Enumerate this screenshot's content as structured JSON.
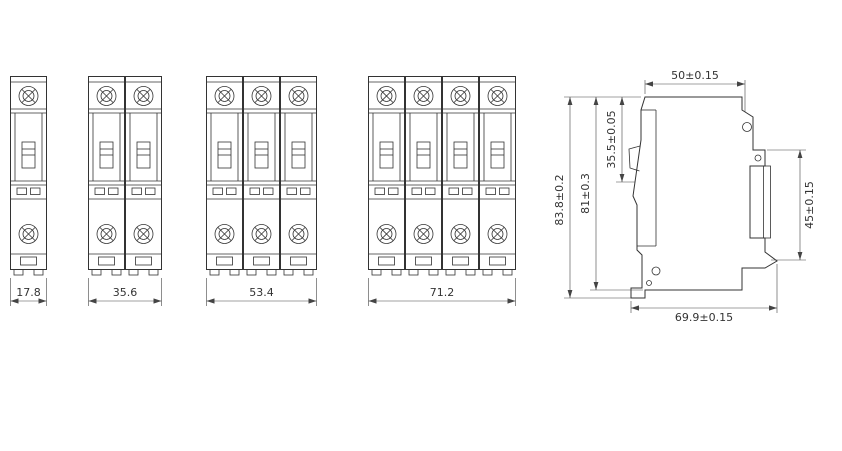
{
  "drawing_type": "circuit-breaker-outline-dimension-drawing",
  "front_views": [
    {
      "name": "1-pole front view",
      "poles": 1,
      "width_dimension": "17.8"
    },
    {
      "name": "2-pole front view",
      "poles": 2,
      "width_dimension": "35.6"
    },
    {
      "name": "3-pole front view",
      "poles": 3,
      "width_dimension": "53.4"
    },
    {
      "name": "4-pole front view",
      "poles": 4,
      "width_dimension": "71.2"
    }
  ],
  "side_view": {
    "top_width": "50±0.15",
    "overall_height": "83.8±0.2",
    "body_height": "81±0.3",
    "face_offset": "35.5±0.05",
    "clip_length": "45±0.15",
    "overall_depth": "69.9±0.15"
  },
  "colors": {
    "line": "#333333",
    "background": "#ffffff"
  }
}
